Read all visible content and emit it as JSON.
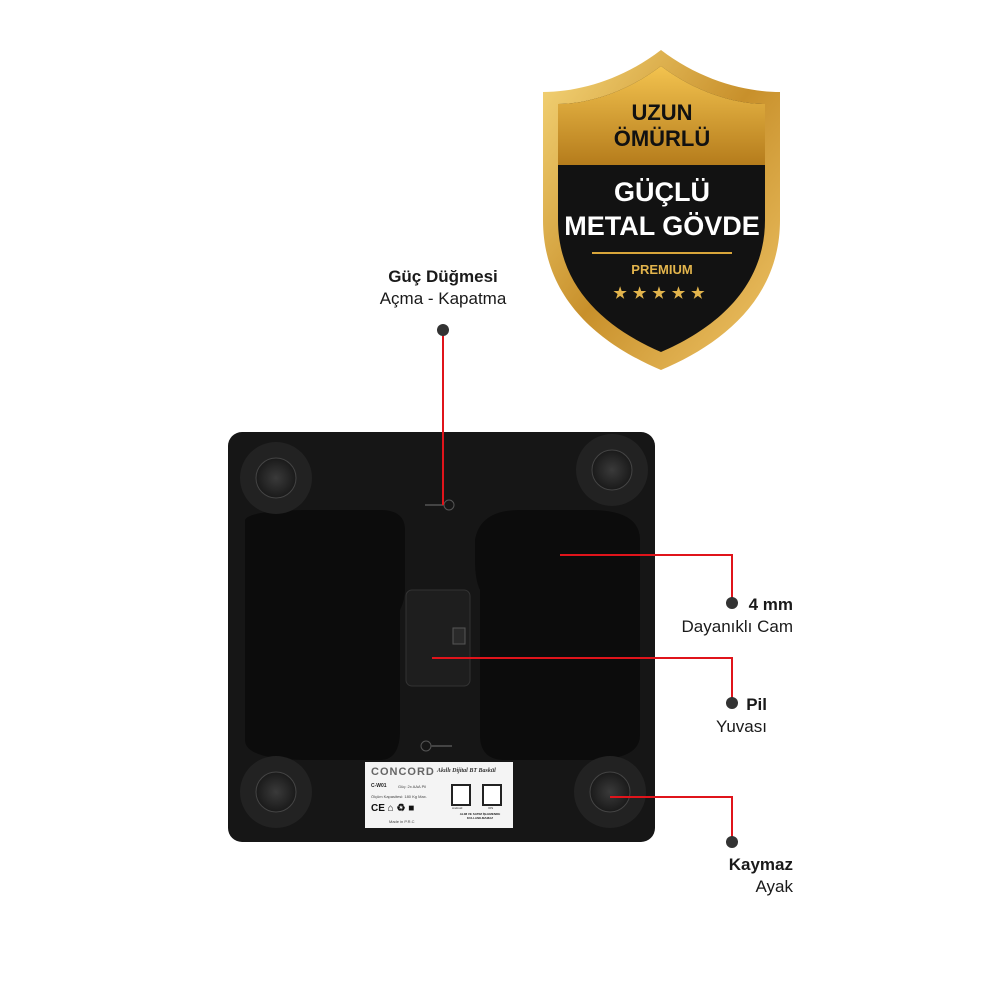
{
  "badge": {
    "line1": "UZUN",
    "line2": "ÖMÜRLÜ",
    "line3": "GÜÇLÜ",
    "line4": "METAL GÖVDE",
    "tag": "PREMIUM",
    "stars": 5,
    "colors": {
      "gold": "#d8a53a",
      "black": "#111111"
    }
  },
  "callouts": {
    "power": {
      "title": "Güç Düğmesi",
      "subtitle": "Açma - Kapatma"
    },
    "glass": {
      "title": "4 mm",
      "subtitle": "Dayanıklı Cam"
    },
    "battery": {
      "title": "Pil",
      "subtitle": "Yuvası"
    },
    "feet": {
      "title": "Kaymaz",
      "subtitle": "Ayak"
    }
  },
  "label": {
    "brand": "CONCORD",
    "product": "Akıllı Dijital BT Baskül",
    "model": "C-W01",
    "power": "Güç: 2x AAA Pil",
    "capacity": "Ölçüm Kapasitesi: 180 Kg Max.",
    "origin": "Made in P.R.C",
    "qr_android": "Android",
    "qr_ios": "IOS",
    "note": "ALIM VE SATIM İŞLEMENDE KULLANILMAMAZ"
  },
  "colors": {
    "accent_line": "#e0141b",
    "device": "#161616"
  }
}
